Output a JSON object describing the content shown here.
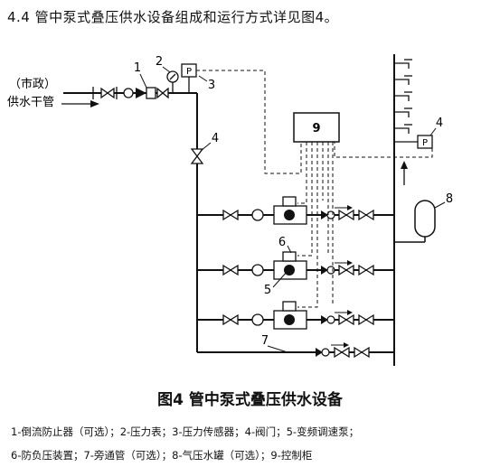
{
  "heading": "4.4 管中泵式叠压供水设备组成和运行方式详见图4。",
  "supply_label": {
    "line1": "（市政）",
    "line2": "供水干管"
  },
  "callouts": [
    "1",
    "2",
    "3",
    "4",
    "4",
    "5",
    "6",
    "7",
    "8"
  ],
  "sensor_letter": "P",
  "controller_label": "9",
  "caption": "图4  管中泵式叠压供水设备",
  "legend": {
    "line1": "1-倒流防止器（可选）；2-压力表；3-压力传感器；4-阀门；5-变频调速泵；",
    "line2": "6-防负压装置；7-旁通管（可选）；8-气压水罐（可选）；9-控制柜"
  }
}
